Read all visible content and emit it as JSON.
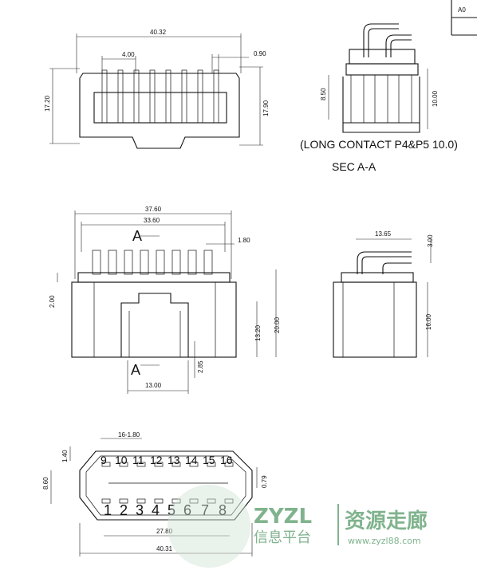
{
  "title_block": {
    "sheet_size": "A0"
  },
  "top_view": {
    "dims": {
      "overall_width": "40.32",
      "pitch": "4.00",
      "pin_width": "0.90",
      "height_left": "17.20",
      "height_right": "17.90"
    }
  },
  "section_view": {
    "dims": {
      "left_height": "8.50",
      "right_height": "10.00"
    },
    "note": "(LONG CONTACT P4&P5 10.0)",
    "section_label": "SEC  A-A"
  },
  "front_view": {
    "dims": {
      "body_width": "37.60",
      "pin_span": "33.60",
      "pin_width": "1.80",
      "flange": "2.00",
      "inner_height": "13.20",
      "total_height": "20.00",
      "slot_offset": "2.85",
      "slot_width": "13.00"
    },
    "section_marks": {
      "top": "A",
      "bottom": "A"
    }
  },
  "side_view": {
    "dims": {
      "pin_reach": "13.65",
      "pin_height": "3.00",
      "body_height": "16.00"
    }
  },
  "bottom_view": {
    "dims": {
      "pin_spacing": "16-1.80",
      "top_offset": "1.40",
      "height": "8.60",
      "wall": "0.79",
      "inner_width": "27.80",
      "outer_width": "40.31"
    },
    "pin_numbers_top": [
      "9",
      "10",
      "11",
      "12",
      "13",
      "14",
      "15",
      "16"
    ],
    "pin_numbers_bottom": [
      "1",
      "2",
      "3",
      "4",
      "5",
      "6",
      "7",
      "8"
    ]
  },
  "watermark": {
    "brand": "ZYZL",
    "tagline": "信息平台",
    "name": "资源走廊",
    "url": "www.zyzl88.com"
  }
}
